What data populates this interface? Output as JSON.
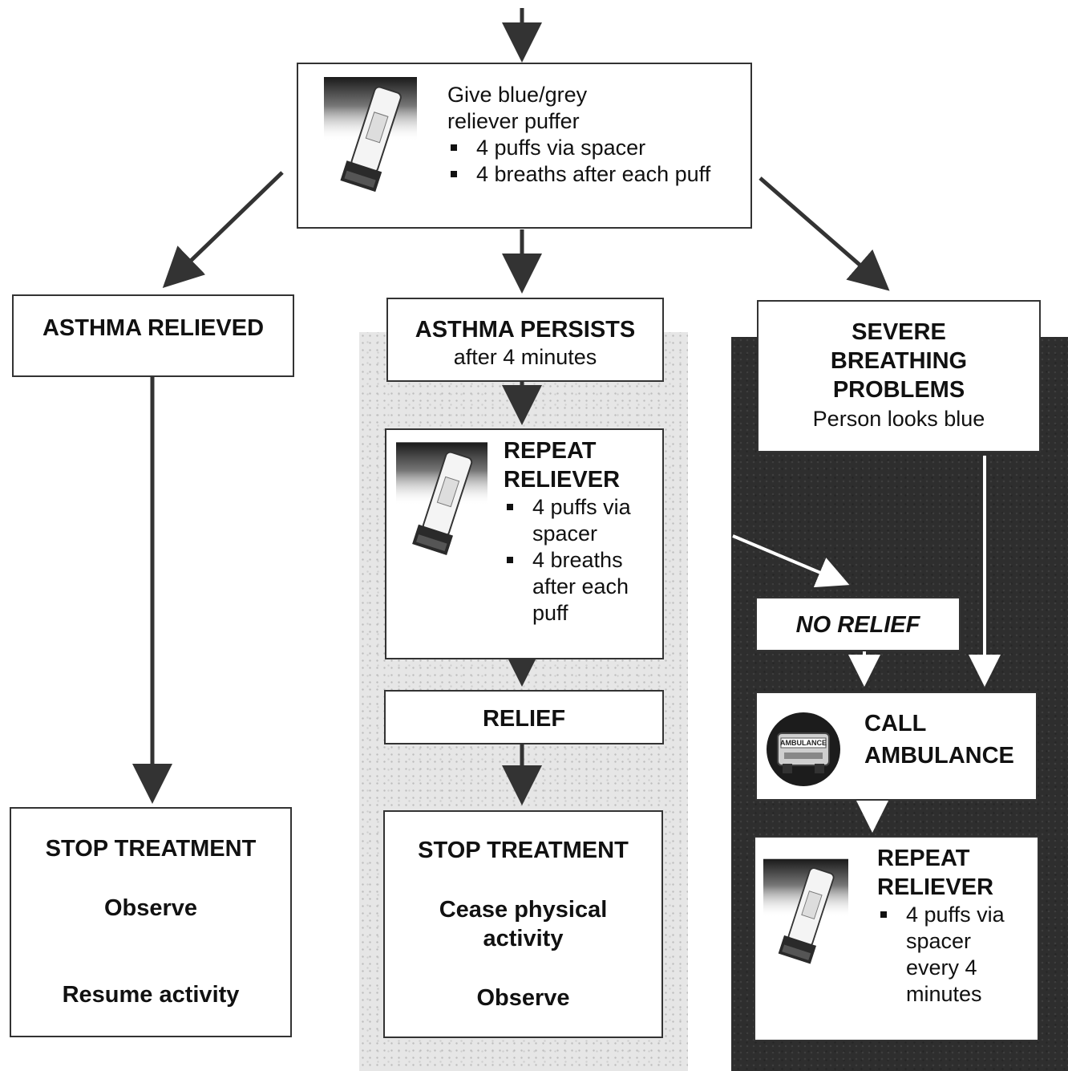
{
  "start": {
    "line1": "Give blue/grey",
    "line2": "reliever puffer",
    "bullets": [
      "4 puffs via spacer",
      "4 breaths after each puff"
    ]
  },
  "relieved": {
    "title": "ASTHMA RELIEVED",
    "stop_title": "STOP TREATMENT",
    "stop_line1": "Observe",
    "stop_line2": "Resume activity"
  },
  "persists": {
    "title": "ASTHMA PERSISTS",
    "subtitle": "after 4 minutes",
    "repeat_title_1": "REPEAT",
    "repeat_title_2": "RELIEVER",
    "bullet1": [
      "4 puffs via",
      "spacer"
    ],
    "bullet2": [
      "4 breaths",
      "after each",
      "puff"
    ],
    "relief": "RELIEF",
    "stop_title": "STOP TREATMENT",
    "stop_line1": "Cease physical",
    "stop_line2": "activity",
    "stop_line3": "Observe"
  },
  "severe": {
    "title1": "SEVERE",
    "title2": "BREATHING",
    "title3": "PROBLEMS",
    "subtitle": "Person looks blue",
    "no_relief": "NO RELIEF",
    "call1": "CALL",
    "call2": "AMBULANCE",
    "ambulance_text": "AMBULANCE",
    "repeat_title_1": "REPEAT",
    "repeat_title_2": "RELIEVER",
    "bullet": [
      "4 puffs via",
      "spacer",
      "every 4",
      "minutes"
    ]
  },
  "colors": {
    "line": "#333333",
    "white_line": "#ffffff",
    "panel_mid": "#e6e6e6",
    "panel_right": "#2e2e2e"
  },
  "icons": [
    "inhaler-icon",
    "ambulance-icon"
  ]
}
